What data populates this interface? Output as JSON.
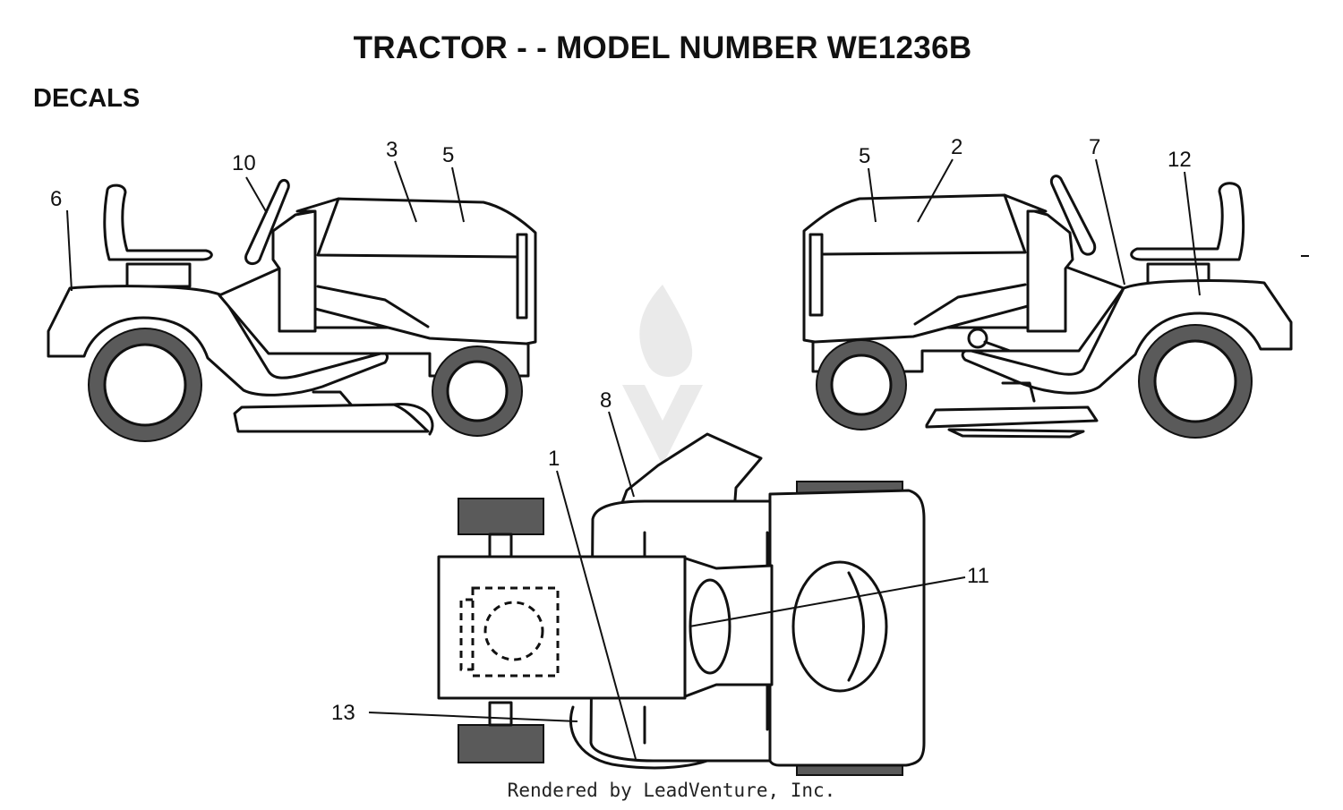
{
  "title": "TRACTOR - - MODEL NUMBER WE1236B",
  "section": "DECALS",
  "footer": "Rendered by LeadVenture, Inc.",
  "callouts": {
    "c1": "1",
    "c2": "2",
    "c3": "3",
    "c5a": "5",
    "c5b": "5",
    "c6": "6",
    "c7": "7",
    "c8": "8",
    "c10": "10",
    "c11": "11",
    "c12": "12",
    "c13": "13"
  },
  "colors": {
    "line": "#111111",
    "tire": "#5a5a5a",
    "watermark": "#d8d8d8"
  }
}
